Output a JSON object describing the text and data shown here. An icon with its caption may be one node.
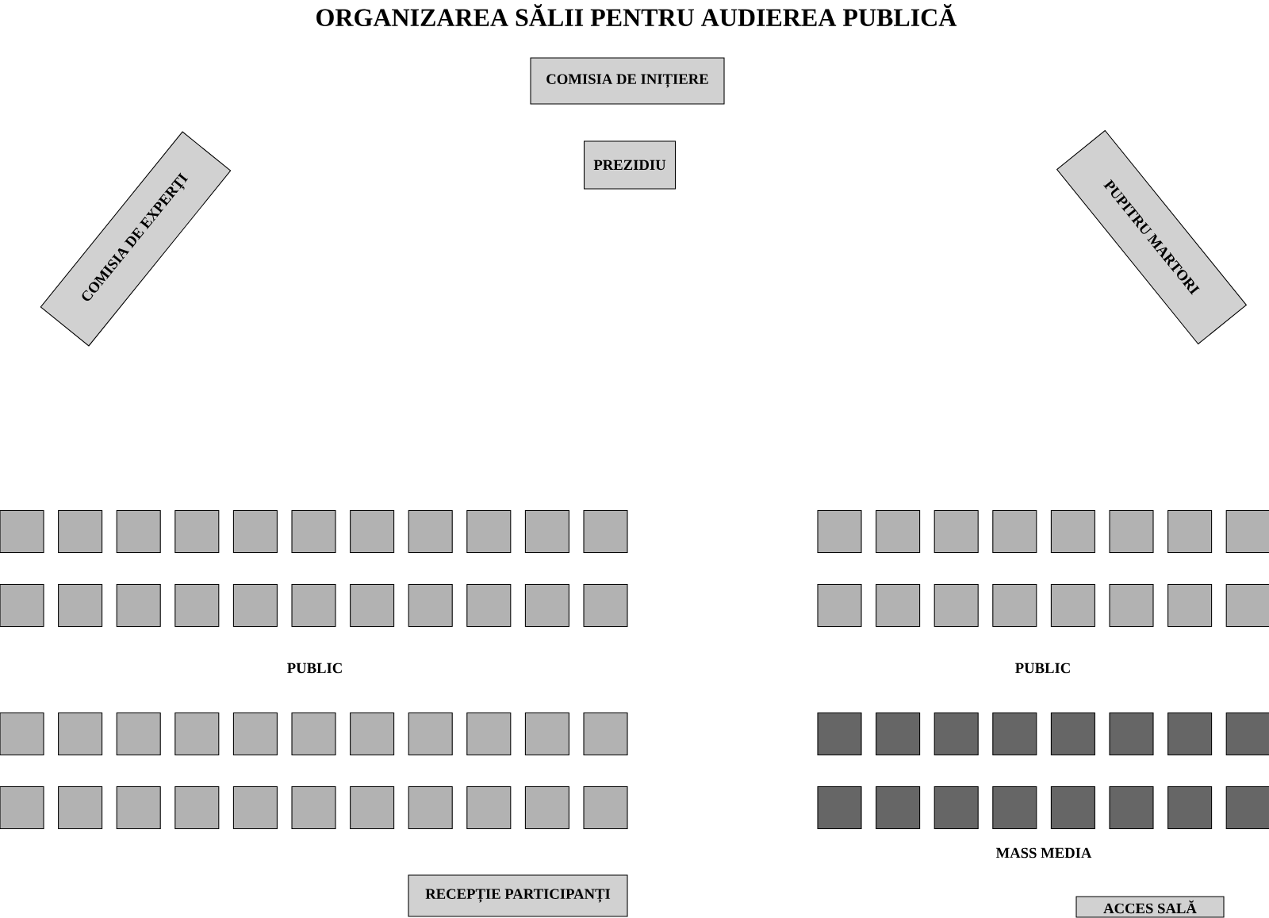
{
  "diagram": {
    "title": "ORGANIZAREA SĂLII PENTRU AUDIEREA PUBLICĂ",
    "nodes": [
      {
        "text": [
          "COMISIA DE INIȚIERE"
        ]
      },
      {
        "text": [
          "COMISIA DE EXPERȚI"
        ]
      },
      {
        "text": [
          "PREZIDIU"
        ]
      },
      {
        "text": [
          "PUPITRU MARTORI"
        ]
      },
      {
        "text": [],
        "shape": "box"
      },
      {
        "text": [],
        "shape": "box"
      },
      {
        "text": [],
        "shape": "box"
      },
      {
        "text": [],
        "shape": "box"
      },
      {
        "text": [],
        "shape": "box"
      },
      {
        "text": [],
        "shape": "box"
      },
      {
        "text": [],
        "shape": "box"
      },
      {
        "text": [],
        "shape": "box"
      },
      {
        "text": [],
        "shape": "box"
      },
      {
        "text": [],
        "shape": "box"
      },
      {
        "text": [],
        "shape": "box"
      },
      {
        "text": [],
        "shape": "box"
      },
      {
        "text": [],
        "shape": "box"
      },
      {
        "text": [],
        "shape": "box"
      },
      {
        "text": [],
        "shape": "box"
      },
      {
        "text": [],
        "shape": "box"
      },
      {
        "text": [],
        "shape": "box"
      },
      {
        "text": [],
        "shape": "box"
      },
      {
        "text": [],
        "shape": "box"
      },
      {
        "text": [],
        "shape": "box"
      },
      {
        "text": [],
        "shape": "box"
      },
      {
        "text": [],
        "shape": "box"
      },
      {
        "text": [],
        "shape": "box"
      },
      {
        "text": [],
        "shape": "box"
      },
      {
        "text": [],
        "shape": "box"
      },
      {
        "text": [],
        "shape": "box"
      },
      {
        "text": [],
        "shape": "box"
      },
      {
        "text": [],
        "shape": "box"
      },
      {
        "text": [],
        "shape": "box"
      },
      {
        "text": [],
        "shape": "box"
      },
      {
        "text": [],
        "shape": "box"
      },
      {
        "text": [],
        "shape": "box"
      },
      {
        "text": [],
        "shape": "box"
      },
      {
        "text": [],
        "shape": "box"
      },
      {
        "text": [],
        "shape": "box"
      },
      {
        "text": [],
        "shape": "box"
      },
      {
        "text": [],
        "shape": "box"
      },
      {
        "text": [],
        "shape": "box"
      },
      {
        "text": [],
        "shape": "box"
      },
      {
        "text": [],
        "shape": "box"
      },
      {
        "text": [],
        "shape": "box"
      },
      {
        "text": [],
        "shape": "box"
      },
      {
        "text": [],
        "shape": "box"
      },
      {
        "text": [],
        "shape": "box"
      },
      {
        "text": [],
        "shape": "box"
      },
      {
        "text": [],
        "shape": "box"
      },
      {
        "text": [],
        "shape": "box"
      },
      {
        "text": [],
        "shape": "box"
      },
      {
        "text": [],
        "shape": "box"
      },
      {
        "text": [],
        "shape": "box"
      },
      {
        "text": [],
        "shape": "box"
      },
      {
        "text": [],
        "shape": "box"
      },
      {
        "text": [],
        "shape": "box"
      },
      {
        "text": [],
        "shape": "box"
      },
      {
        "text": [],
        "shape": "box"
      },
      {
        "text": [],
        "shape": "box"
      },
      {
        "text": [],
        "shape": "box"
      },
      {
        "text": [],
        "shape": "box"
      },
      {
        "text": [],
        "shape": "box"
      },
      {
        "text": [],
        "shape": "box"
      },
      {
        "text": [],
        "shape": "box"
      },
      {
        "text": [],
        "shape": "box"
      },
      {
        "text": [],
        "shape": "box"
      },
      {
        "text": [],
        "shape": "box"
      },
      {
        "text": [],
        "shape": "box"
      },
      {
        "text": [],
        "shape": "box"
      },
      {
        "text": [],
        "shape": "box"
      },
      {
        "text": [],
        "shape": "box"
      },
      {
        "text": [],
        "shape": "box"
      },
      {
        "text": [],
        "shape": "box"
      },
      {
        "text": [],
        "shape": "box"
      },
      {
        "text": [],
        "shape": "box"
      },
      {
        "text": [],
        "shape": "box"
      },
      {
        "text": [],
        "shape": "box"
      },
      {
        "text": [],
        "shape": "box"
      },
      {
        "text": [],
        "shape": "box"
      },
      {
        "text": [
          "RECEPȚIE PARTICIPANȚI"
        ]
      },
      {
        "text": [
          "ACCES SALĂ"
        ]
      }
    ],
    "labels": [
      "PUBLIC",
      "PUBLIC",
      "MASS MEDIA"
    ]
  }
}
